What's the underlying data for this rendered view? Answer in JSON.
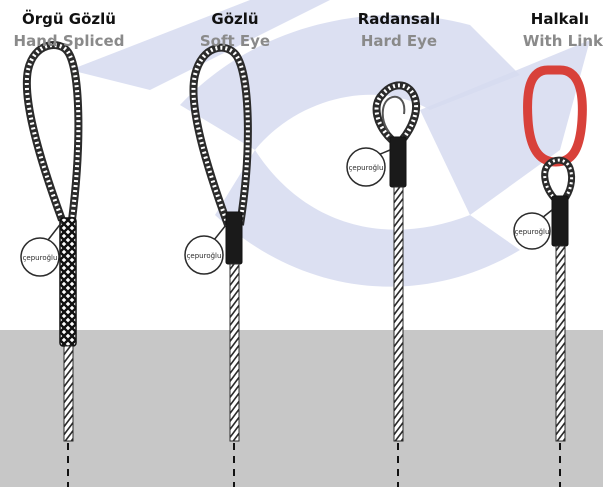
{
  "colors": {
    "background_top": "#ffffff",
    "background_bottom": "#c7c7c7",
    "watermark": "#d6dbf0",
    "rope": "#2b2b2b",
    "ring": "#d8413a",
    "turkish_label": "#111111",
    "english_label": "#8a8a8a"
  },
  "slings": [
    {
      "name_tr": "Örgü Gözlü",
      "name_en": "Hand Spliced",
      "icon": "hand-spliced-eye-icon"
    },
    {
      "name_tr": "Gözlü",
      "name_en": "Soft Eye",
      "icon": "soft-eye-icon"
    },
    {
      "name_tr": "Radansalı",
      "name_en": "Hard Eye",
      "icon": "hard-eye-thimble-icon"
    },
    {
      "name_tr": "Halkalı",
      "name_en": "With Link",
      "icon": "master-link-icon"
    }
  ],
  "tag_text": "çepuroğlu"
}
